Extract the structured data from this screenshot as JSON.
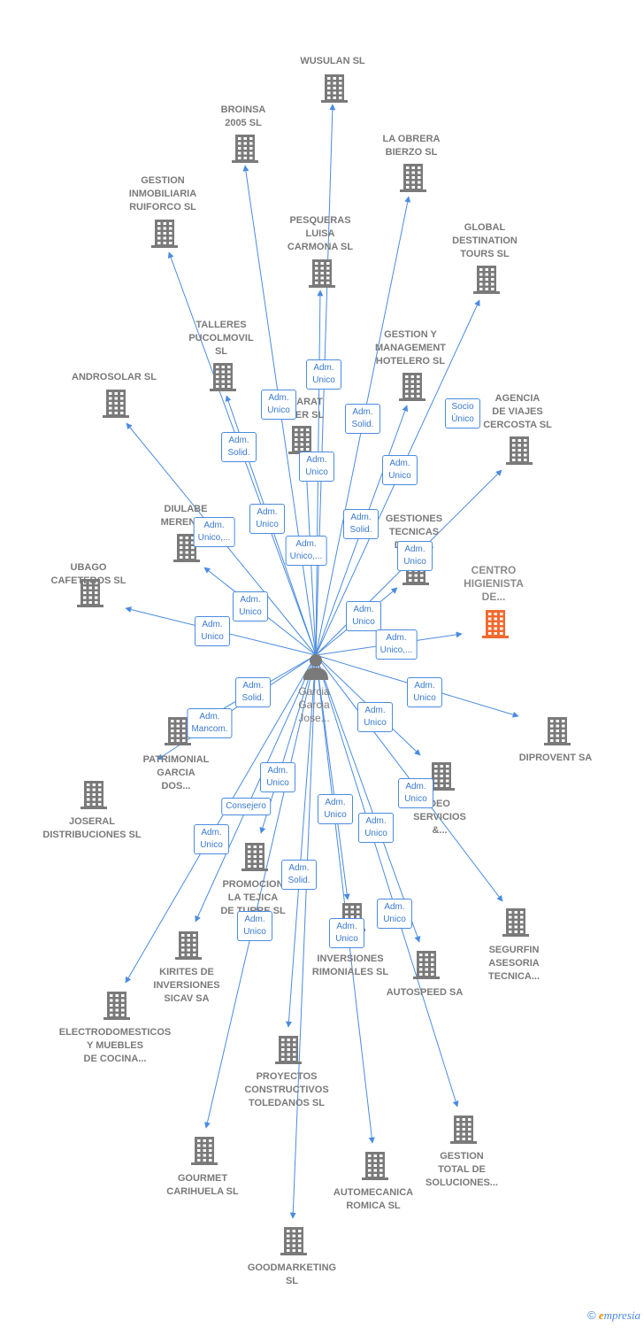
{
  "colors": {
    "edge": "#4a8be0",
    "building": "#7a7a7a",
    "highlight": "#f26a2e",
    "role_text": "#3a7ad0"
  },
  "center": {
    "name": "Garcia\nGarcia\nJose...",
    "icon": "person-icon"
  },
  "companies": [
    {
      "id": "wusulan",
      "name": "WUSULAN SL"
    },
    {
      "id": "broinsa",
      "name": "BROINSA\n2005 SL"
    },
    {
      "id": "obrera",
      "name": "LA OBRERA\nBIERZO  SL"
    },
    {
      "id": "ruiforco",
      "name": "GESTION\nINMOBILIARIA\nRUIFORCO SL"
    },
    {
      "id": "pesqueras",
      "name": "PESQUERAS\nLUISA\nCARMONA SL"
    },
    {
      "id": "global",
      "name": "GLOBAL\nDESTINATION\nTOURS SL"
    },
    {
      "id": "talleres",
      "name": "TALLERES\nPUCOLMOVIL\nSL"
    },
    {
      "id": "hotelero",
      "name": "GESTION Y\nMANAGEMENT\nHOTELERO SL"
    },
    {
      "id": "androsolar",
      "name": "ANDROSOLAR SL"
    },
    {
      "id": "arat",
      "name": "ARAT\nER  SL"
    },
    {
      "id": "agencia",
      "name": "AGENCIA\nDE VIAJES\nCERCOSTA  SL"
    },
    {
      "id": "diulabe",
      "name": "DIULABE\nMEREND..."
    },
    {
      "id": "gestiones",
      "name": "GESTIONES\nTECNICAS\nDE ...A..."
    },
    {
      "id": "ubago",
      "name": "UBAGO\nCAFETEROS SL"
    },
    {
      "id": "centro",
      "name": "CENTRO\nHIGIENISTA\nDE...",
      "highlight": true
    },
    {
      "id": "diprovent",
      "name": "DIPROVENT SA"
    },
    {
      "id": "patrimonial",
      "name": "PATRIMONIAL\nGARCIA\nDOS..."
    },
    {
      "id": "deo",
      "name": "DEO\nSERVICIOS\n&..."
    },
    {
      "id": "joseral",
      "name": "JOSERAL\nDISTRIBUCIONES SL"
    },
    {
      "id": "promociones",
      "name": "PROMOCION\nLA TEJICA\nDE TURRE SL"
    },
    {
      "id": "segurfin",
      "name": "SEGURFIN\nASESORIA\nTECNICA..."
    },
    {
      "id": "inversiones",
      "name": "INVERSIONES\nRIMONIALES SL"
    },
    {
      "id": "kirites",
      "name": "KIRITES DE\nINVERSIONES\nSICAV SA"
    },
    {
      "id": "autospeed",
      "name": "AUTOSPEED SA"
    },
    {
      "id": "electro",
      "name": "ELECTRODOMESTICOS\nY MUEBLES\nDE COCINA..."
    },
    {
      "id": "proyectos",
      "name": "PROYECTOS\nCONSTRUCTIVOS\nTOLEDANOS SL"
    },
    {
      "id": "gestiontotal",
      "name": "GESTION\nTOTAL DE\nSOLUCIONES..."
    },
    {
      "id": "gourmet",
      "name": "GOURMET\nCARIHUELA SL"
    },
    {
      "id": "automecanica",
      "name": "AUTOMECANICA\nROMICA SL"
    },
    {
      "id": "goodmarketing",
      "name": "GOODMARKETING\nSL"
    }
  ],
  "roles": [
    "Adm.\nUnico",
    "Adm.\nUnico",
    "Adm.\nSolid.",
    "Socio\nÚnico",
    "Adm.\nSolid.",
    "Adm.\nUnico",
    "Adm.\nUnico",
    "Adm.\nUnico,...",
    "Adm.\nUnico",
    "Adm.\nSolid.",
    "Adm.\nUnico,...",
    "Adm.\nUnico",
    "Adm.\nUnico",
    "Adm.\nUnico",
    "Adm.\nUnico",
    "Adm.\nUnico,...",
    "Adm.\nSolid.",
    "Adm.\nUnico",
    "Adm.\nMancom.",
    "Adm.\nUnico",
    "Adm.\nUnico",
    "Consejero",
    "Adm.\nUnico",
    "Adm.\nUnico",
    "Adm.\nUnico",
    "Adm.\nUnico",
    "Adm.\nSolid.",
    "Adm.\nUnico",
    "Adm.\nUnico",
    "Adm.\nUnico"
  ],
  "footer": {
    "copyright": "©",
    "brand_initial": "e",
    "brand_rest": "mpresia"
  }
}
